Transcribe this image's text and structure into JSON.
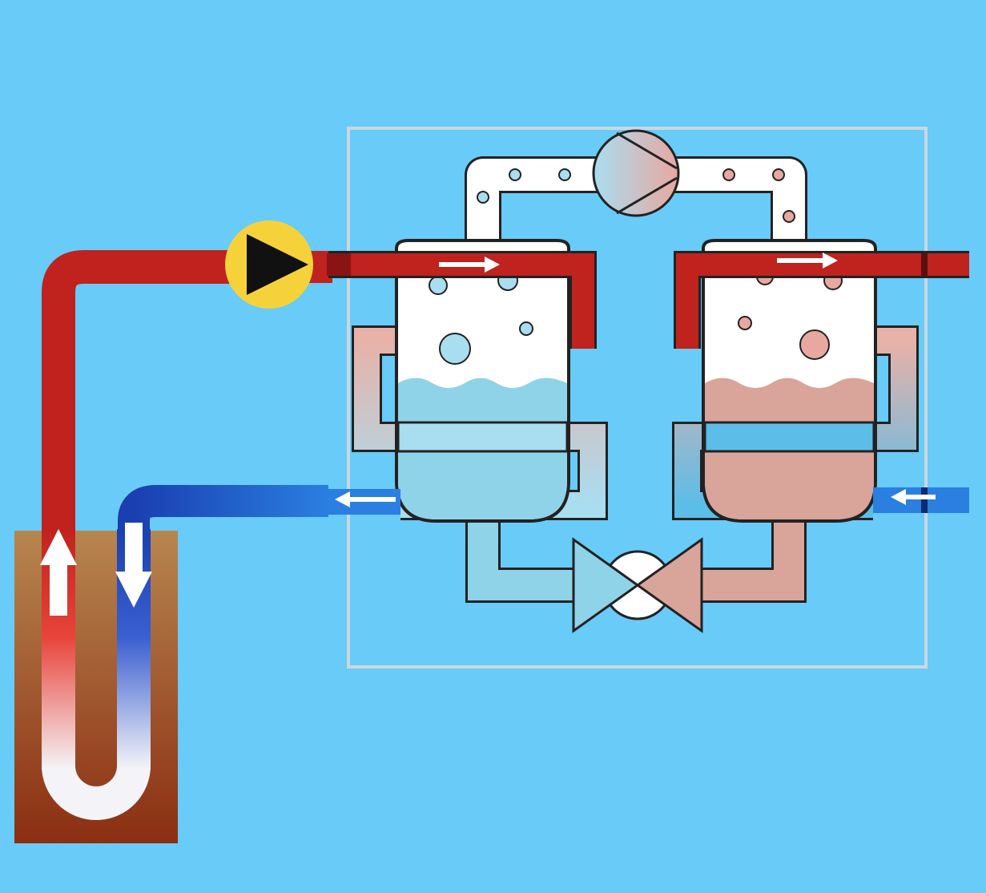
{
  "colors": {
    "background": "#68CBF8",
    "hot_pipe": "#C0221E",
    "cold_pipe": "#1A3FB0",
    "cold_pipe_light": "#2A7FE0",
    "ground_top": "#B7864F",
    "ground_bottom": "#8B2E12",
    "evaporator_liquid": "#8FD3E8",
    "evaporator_loop": "#A9DDF0",
    "condenser_liquid": "#D9A49A",
    "condenser_loop": "#E8B2A8",
    "vapor": "#FFFFFF",
    "pump": "#F6D23A",
    "outline": "#222222",
    "unit_frame": "#C9D8E0"
  },
  "icons": {
    "circulation_pump": "play-triangle-in-circle",
    "compressor": "circle-with-split-fill",
    "expansion_valve": "bowtie-valve",
    "flow_arrows": "arrow"
  }
}
